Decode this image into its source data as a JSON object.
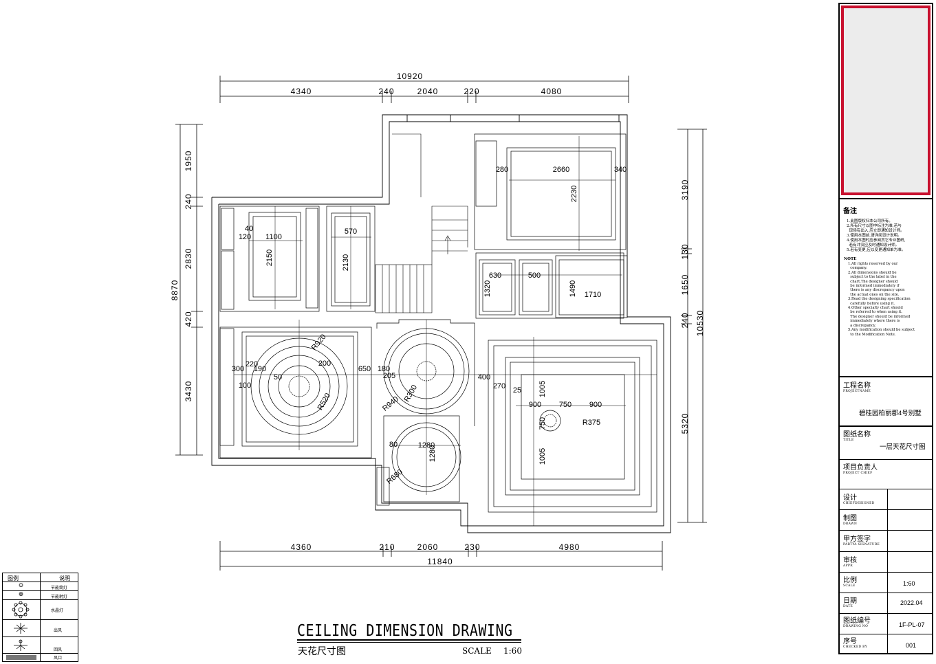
{
  "drawing": {
    "title_en": "CEILING DIMENSION  DRAWING",
    "title_cn": "天花尺寸图",
    "scale_label": "SCALE",
    "scale_value": "1:60"
  },
  "dimensions": {
    "top_total": "10920",
    "top_segments": [
      "4340",
      "240",
      "2040",
      "220",
      "4080"
    ],
    "bottom_total": "11840",
    "bottom_segments": [
      "4360",
      "210",
      "2060",
      "230",
      "4980"
    ],
    "left_total": "8870",
    "left_segments": [
      "1950",
      "240",
      "2830",
      "420",
      "3430"
    ],
    "right_total": "10530",
    "right_segments": [
      "3190",
      "130",
      "1650",
      "240",
      "5320"
    ],
    "room_labels": [
      "1100",
      "2150",
      "570",
      "2130",
      "2660",
      "2230",
      "630",
      "500",
      "1320",
      "1490",
      "1710",
      "900",
      "750",
      "900",
      "1005",
      "750",
      "1005",
      "1280",
      "1280",
      "R920",
      "R375",
      "R680",
      "R940",
      "R520",
      "R300",
      "200",
      "280",
      "340",
      "120",
      "40",
      "650",
      "180",
      "300",
      "220",
      "190",
      "400",
      "270",
      "100",
      "25",
      "205",
      "50",
      "80"
    ]
  },
  "legend": {
    "header_symbol": "图例",
    "header_desc": "说明",
    "items": [
      {
        "icon": "downlight-icon",
        "desc": "节能筒灯"
      },
      {
        "icon": "spotlight-icon",
        "desc": "节能射灯"
      },
      {
        "icon": "chandelier-icon",
        "desc": "水晶灯"
      },
      {
        "icon": "supply-air-icon",
        "desc": "出风"
      },
      {
        "icon": "return-air-icon",
        "desc": "回风"
      },
      {
        "icon": "vent-icon",
        "desc": "风口"
      }
    ]
  },
  "titleblock": {
    "accent_color": "#c8102e",
    "notes_title": "备注",
    "notes_cn": [
      "1.此图版权归本公司所有。",
      "2.所有尺寸以图中标注为准,若与",
      "  现场有出入,应立即通知设计师。",
      "3.使用本图前,请详阅设计说明。",
      "4.使用本图时应参阅其它专业图纸,",
      "  若有冲突应及时通知设计师。",
      "5.若有变更,应以变更通知单为准。"
    ],
    "notes_en_title": "NOTE",
    "notes_en": [
      "1.All rights reserved by our",
      "  company.",
      "2.All dimensions should be",
      "  subject to the label in the",
      "  chart.The designer should",
      "  be informed immediately if",
      "  there is any discrepancy upon",
      "  the actual ones on the site.",
      "3.Read the designing specification",
      "  carefully before using it.",
      "4.Other specialty chart should",
      "  be referred to when using it.",
      "  The designer should be informed",
      "  immediately where there is",
      "  a discrepancy.",
      "5.Any modification should be subject",
      "  to the Modification Note."
    ],
    "project_label": "工程名称",
    "project_sub": "PROJECTNAME",
    "project_value": "碧桂园柏丽郡4号别墅",
    "title_label": "图纸名称",
    "title_sub": "TITLE",
    "title_value": "一层天花尺寸图",
    "chief_label": "项目负责人",
    "chief_sub": "PROJECT CHIEF",
    "design_label": "设计",
    "design_sub": "CHIEFDESIGNED",
    "drawn_label": "制图",
    "drawn_sub": "DRAWN",
    "partya_label": "甲方签字",
    "partya_sub": "PARTYA SIGNATURE",
    "appr_label": "审核",
    "appr_sub": "APPR",
    "scale_label": "比例",
    "scale_sub": "SCALE",
    "scale_value": "1:60",
    "date_label": "日期",
    "date_sub": "DATE",
    "date_value": "2022.04",
    "drawno_label": "图纸编号",
    "drawno_sub": "DRAWING NO",
    "drawno_value": "1F-PL-07",
    "seq_label": "序号",
    "seq_sub": "CHECKED BY",
    "seq_value": "001"
  }
}
